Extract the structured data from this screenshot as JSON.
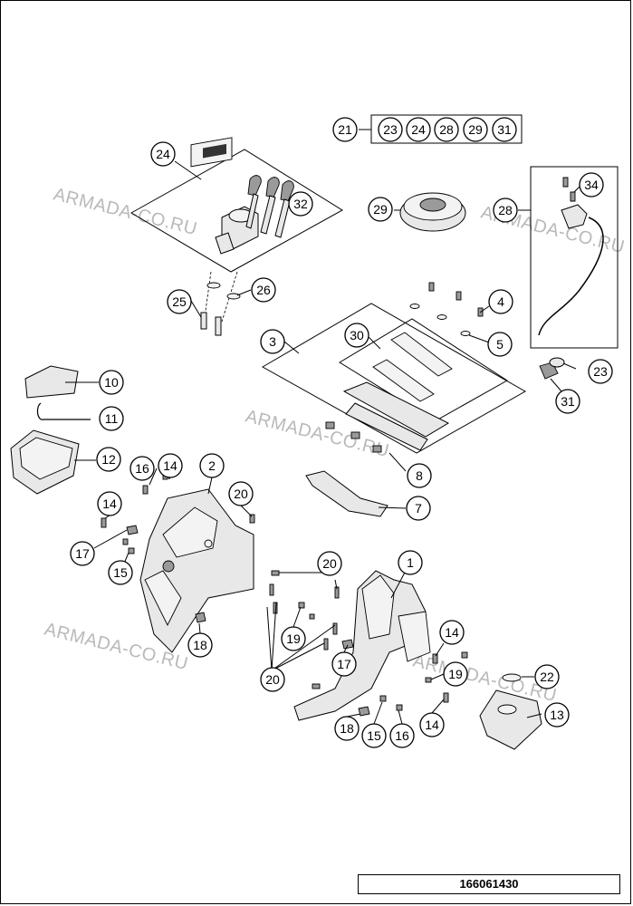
{
  "watermarks": [
    {
      "text": "ARMADA-CO.RU"
    },
    {
      "text": "ARMADA-CO.RU"
    },
    {
      "text": "ARMADA-CO.RU"
    },
    {
      "text": "ARMADA-CO.RU"
    },
    {
      "text": "ARMADA-CO.RU"
    }
  ],
  "kit_header": {
    "main": "21",
    "contents": [
      "23",
      "24",
      "28",
      "29",
      "31"
    ]
  },
  "callouts": [
    "24",
    "32",
    "29",
    "28",
    "34",
    "25",
    "26",
    "4",
    "3",
    "30",
    "5",
    "23",
    "31",
    "10",
    "11",
    "12",
    "2",
    "16",
    "14",
    "20",
    "14",
    "17",
    "15",
    "8",
    "7",
    "1",
    "20",
    "18",
    "19",
    "20",
    "17",
    "14",
    "19",
    "22",
    "15",
    "16",
    "14",
    "13",
    "18"
  ],
  "doc_number": "166061430"
}
